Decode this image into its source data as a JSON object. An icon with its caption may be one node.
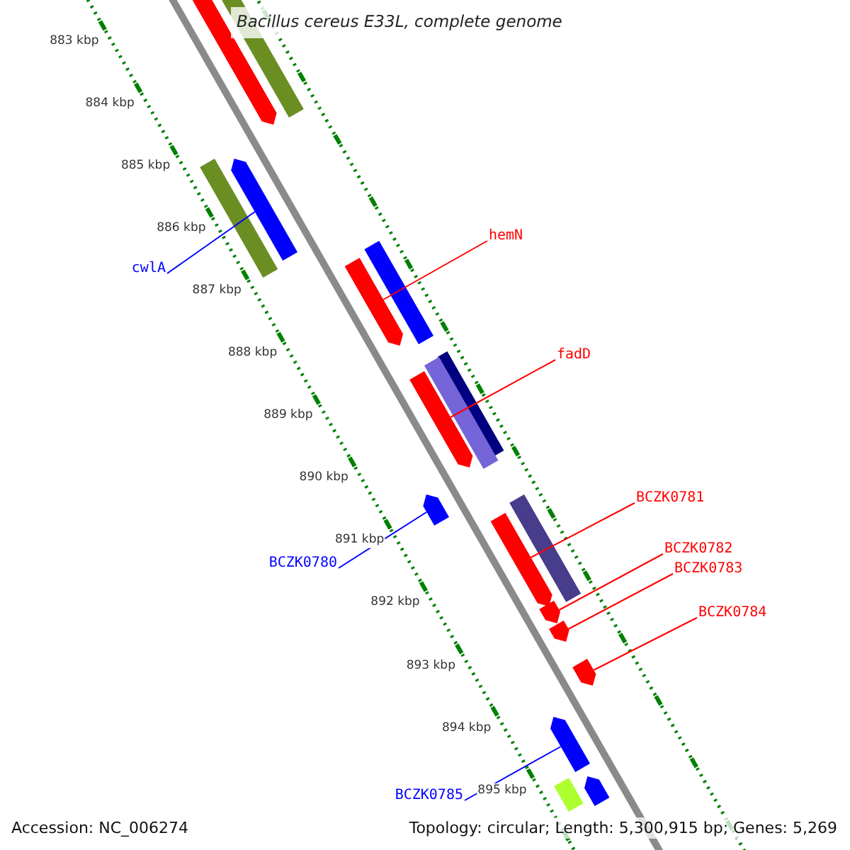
{
  "diagram": {
    "title": "Bacillus cereus E33L, complete genome",
    "nodes": [
      {
        "text": [
          "hemN"
        ]
      },
      {
        "text": [
          "cwlA"
        ]
      },
      {
        "text": [
          "fadD"
        ]
      },
      {
        "text": [
          "BCZK0781"
        ]
      },
      {
        "text": [
          "BCZK0782"
        ]
      },
      {
        "text": [
          "BCZK0780"
        ]
      },
      {
        "text": [
          "BCZK0783"
        ]
      },
      {
        "text": [
          "BCZK0784"
        ]
      },
      {
        "text": [
          "BCZK0785"
        ]
      },
      {
        "text": [],
        "shape": "bar"
      },
      {
        "text": [],
        "shape": "bar"
      },
      {
        "text": [],
        "shape": "bar"
      },
      {
        "text": [],
        "shape": "bar"
      },
      {
        "text": [],
        "shape": "bar"
      },
      {
        "text": [],
        "shape": "bar"
      },
      {
        "text": [],
        "shape": "bar"
      },
      {
        "text": [],
        "shape": "bar"
      },
      {
        "text": [],
        "shape": "bar"
      },
      {
        "text": [],
        "shape": "bar"
      },
      {
        "text": [],
        "shape": "box"
      },
      {
        "text": [],
        "shape": "box"
      },
      {
        "text": [],
        "shape": "box"
      },
      {
        "text": [],
        "shape": "box"
      },
      {
        "text": [],
        "shape": "box"
      },
      {
        "text": [],
        "shape": "box"
      },
      {
        "text": [],
        "shape": "bar"
      },
      {
        "text": [],
        "shape": "box"
      }
    ],
    "edges": [
      {
        "from": 0,
        "to": 9,
        "arrow": "none"
      },
      {
        "from": 1,
        "to": 10,
        "arrow": "none",
        "color": "#0000ff"
      },
      {
        "from": 2,
        "to": 11,
        "arrow": "none"
      },
      {
        "from": 3,
        "to": 12,
        "arrow": "none"
      },
      {
        "from": 4,
        "to": 13,
        "arrow": "none"
      },
      {
        "from": 5,
        "to": 14,
        "arrow": "none",
        "color": "#0000ff"
      },
      {
        "from": 6,
        "to": 15,
        "arrow": "none"
      },
      {
        "from": 7,
        "to": 16,
        "arrow": "none"
      },
      {
        "from": 8,
        "to": 17,
        "arrow": "none",
        "color": "#0000ff"
      }
    ],
    "labels": [
      "883 kbp",
      "884 kbp",
      "885 kbp",
      "886 kbp",
      "887 kbp",
      "888 kbp",
      "889 kbp",
      "890 kbp",
      "891 kbp",
      "892 kbp",
      "893 kbp",
      "894 kbp",
      "895 kbp",
      "Accession: NC_006274",
      "Topology: circular; Length: 5,300,915 bp; Genes: 5,269"
    ]
  }
}
